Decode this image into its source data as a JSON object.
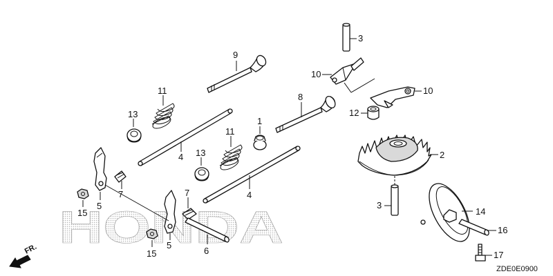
{
  "watermark": "HONDA",
  "diagram_code": "ZDE0E0900",
  "front_indicator": "FR.",
  "callouts": {
    "c1": "1",
    "c2": "2",
    "c3a": "3",
    "c3b": "3",
    "c4a": "4",
    "c4b": "4",
    "c5a": "5",
    "c5b": "5",
    "c6": "6",
    "c7a": "7",
    "c7b": "7",
    "c8": "8",
    "c9": "9",
    "c10a": "10",
    "c10b": "10",
    "c11a": "11",
    "c11b": "11",
    "c12": "12",
    "c13a": "13",
    "c13b": "13",
    "c14": "14",
    "c15a": "15",
    "c15b": "15",
    "c16": "16",
    "c17": "17"
  },
  "colors": {
    "line": "#111111",
    "watermark_dots": "#b5b5b5",
    "shade": "#d9d9d9"
  }
}
